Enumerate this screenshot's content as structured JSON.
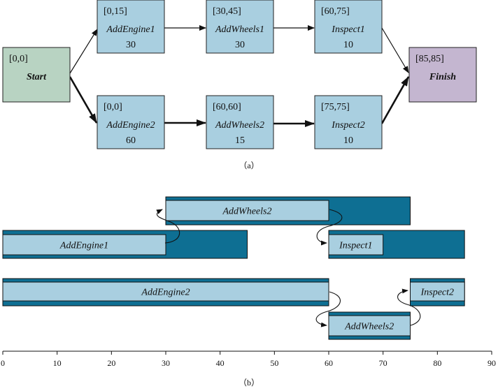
{
  "graph": {
    "nodes": [
      {
        "id": "start",
        "range": "[0,0]",
        "name": "Start",
        "duration": "",
        "fill": "#b8d3c2"
      },
      {
        "id": "addengine1",
        "range": "[0,15]",
        "name": "AddEngine1",
        "duration": "30",
        "fill": "#a9cfe0"
      },
      {
        "id": "addwheels1",
        "range": "[30,45]",
        "name": "AddWheels1",
        "duration": "30",
        "fill": "#a9cfe0"
      },
      {
        "id": "inspect1",
        "range": "[60,75]",
        "name": "Inspect1",
        "duration": "10",
        "fill": "#a9cfe0"
      },
      {
        "id": "addengine2",
        "range": "[0,0]",
        "name": "AddEngine2",
        "duration": "60",
        "fill": "#a9cfe0"
      },
      {
        "id": "addwheels2",
        "range": "[60,60]",
        "name": "AddWheels2",
        "duration": "15",
        "fill": "#a9cfe0"
      },
      {
        "id": "inspect2",
        "range": "[75,75]",
        "name": "Inspect2",
        "duration": "10",
        "fill": "#a9cfe0"
      },
      {
        "id": "finish",
        "range": "[85,85]",
        "name": "Finish",
        "duration": "",
        "fill": "#c4b6d0"
      }
    ],
    "edges": [
      {
        "from": "start",
        "to": "addengine1",
        "critical": false
      },
      {
        "from": "addengine1",
        "to": "addwheels1",
        "critical": false
      },
      {
        "from": "addwheels1",
        "to": "inspect1",
        "critical": false
      },
      {
        "from": "inspect1",
        "to": "finish",
        "critical": false
      },
      {
        "from": "start",
        "to": "addengine2",
        "critical": true
      },
      {
        "from": "addengine2",
        "to": "addwheels2",
        "critical": true
      },
      {
        "from": "addwheels2",
        "to": "inspect2",
        "critical": true
      },
      {
        "from": "inspect2",
        "to": "finish",
        "critical": true
      }
    ],
    "caption": "（a）"
  },
  "gantt": {
    "caption": "（b）",
    "colors": {
      "slack": "#0e6f93",
      "task": "#a9cfe0"
    },
    "x_ticks": [
      "0",
      "10",
      "20",
      "30",
      "40",
      "50",
      "60",
      "70",
      "80",
      "90"
    ],
    "xlim": [
      0,
      90
    ],
    "tasks": [
      {
        "name": "AddWheels2",
        "task": [
          30,
          60
        ],
        "window": [
          30,
          75
        ]
      },
      {
        "name": "AddEngine1",
        "task": [
          0,
          30
        ],
        "window": [
          0,
          45
        ]
      },
      {
        "name": "Inspect1",
        "task": [
          60,
          70
        ],
        "window": [
          60,
          85
        ]
      },
      {
        "name": "AddEngine2",
        "task": [
          0,
          60
        ],
        "window": [
          0,
          60
        ]
      },
      {
        "name": "AddWheels2",
        "task": [
          60,
          75
        ],
        "window": [
          60,
          75
        ]
      },
      {
        "name": "Inspect2",
        "task": [
          75,
          85
        ],
        "window": [
          75,
          85
        ]
      }
    ]
  }
}
